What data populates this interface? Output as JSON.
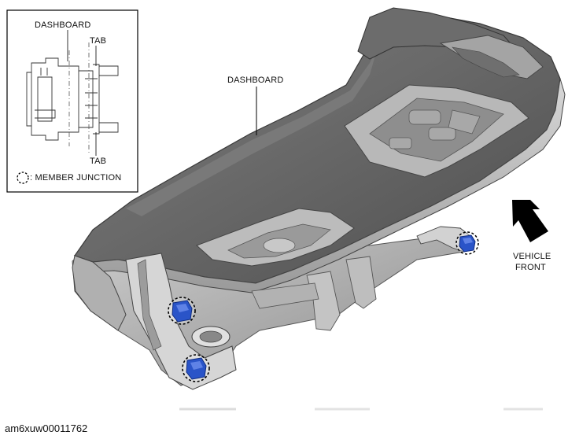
{
  "inset": {
    "dashboard_label": "DASHBOARD",
    "tab_top_label": "TAB",
    "tab_bottom_label": "TAB",
    "legend_label": ": MEMBER JUNCTION"
  },
  "main": {
    "dashboard_label": "DASHBOARD",
    "vehicle_front_line1": "VEHICLE",
    "vehicle_front_line2": "FRONT"
  },
  "colors": {
    "dashboard_dark": "#5d5d5d",
    "dashboard_mid": "#8a8a8a",
    "dashboard_light": "#c9c9c9",
    "clip_blue": "#2a54c8"
  },
  "footer": {
    "image_code": "am6xuw00011762"
  }
}
